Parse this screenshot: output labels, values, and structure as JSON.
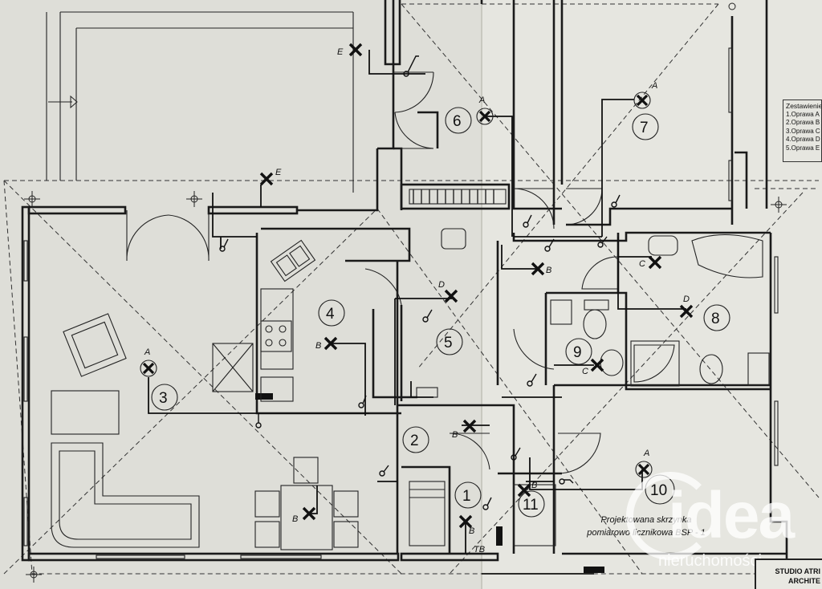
{
  "rooms": [
    "1",
    "2",
    "3",
    "4",
    "5",
    "6",
    "7",
    "8",
    "9",
    "10",
    "11"
  ],
  "fixtures": {
    "A": "A",
    "B": "B",
    "C": "C",
    "D": "D",
    "E": "E"
  },
  "switchboard": "TB",
  "legend": {
    "title": "Zestawienie",
    "items": [
      "1.Oprawa A",
      "2.Oprawa B",
      "3.Oprawa C",
      "4.Oprawa D",
      "5.Oprawa E"
    ]
  },
  "note": {
    "line1": "Projektowana skrzynka",
    "line2": "pomiarowo licznikowa BSP - 1"
  },
  "stamp": {
    "line1": "STUDIO ATRI",
    "line2": "ARCHITE"
  },
  "watermark": {
    "brand": "idea",
    "tagline": "nieruchomości"
  }
}
